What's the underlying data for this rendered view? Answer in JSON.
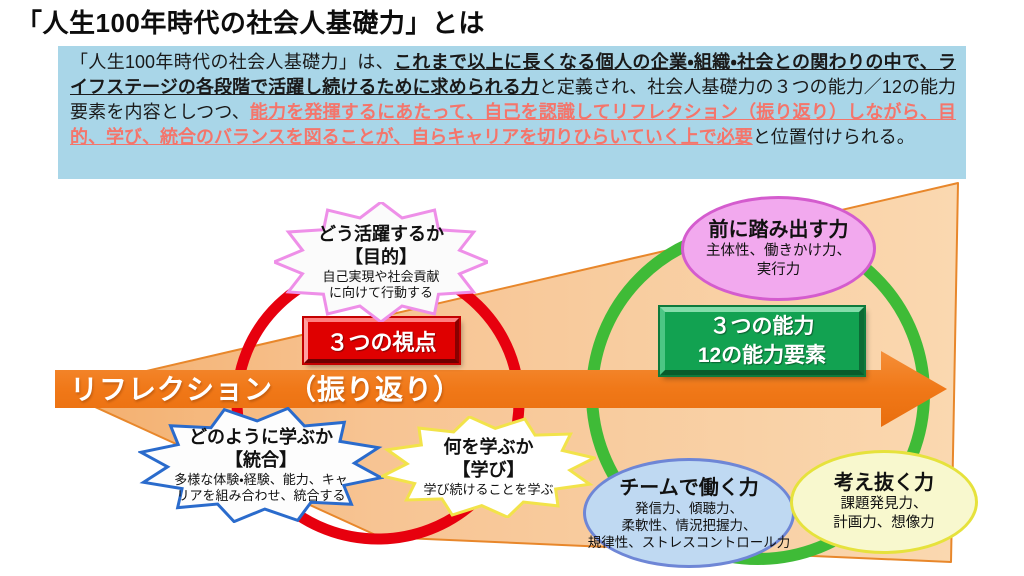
{
  "title": "「人生100年時代の社会人基礎力」とは",
  "definition": {
    "part1": "「人生100年時代の社会人基礎力」は、",
    "part2_bold_underline": "これまで以上に長くなる個人の企業・組織・社会との関わりの中で、ライフステージの各段階で活躍し続けるために求められる力",
    "part3": "と定義され、社会人基礎力の３つの能力／12の能力要素を内容としつつ、",
    "part4_red_underline": "能力を発揮するにあたって、自己を認識してリフレクション（振り返り）しながら、目的、学び、統合のバランスを図ることが、自らキャリアを切りひらいていく上で必要",
    "part5": "と位置付けられる。"
  },
  "arrow_label": "リフレクション　（振り返り）",
  "badges": {
    "perspectives": "３つの視点",
    "abilities_line1": "３つの能力",
    "abilities_line2": "12の能力要素"
  },
  "bubbles": {
    "purpose": {
      "title": "どう活躍するか",
      "subtitle": "【目的】",
      "body": "自己実現や社会貢献\nに向けて行動する"
    },
    "integration": {
      "title": "どのように学ぶか",
      "subtitle": "【統合】",
      "body": "多様な体験・経験、能力、キャ\nリアを組み合わせ、統合する"
    },
    "learning": {
      "title": "何を学ぶか",
      "subtitle": "【学び】",
      "body": "学び続けることを学ぶ"
    },
    "step_forward": {
      "title": "前に踏み出す力",
      "body": "主体性、働きかけ力、\n実行力"
    },
    "teamwork": {
      "title": "チームで働く力",
      "body": "発信力、傾聴力、\n柔軟性、情況把握力、\n規律性、ストレスコントロール力"
    },
    "think_through": {
      "title": "考え抜く力",
      "body": "課題発見力、\n計画力、想像力"
    }
  },
  "colors": {
    "defbox_bg": "#A9D6E8",
    "def_red": "#F4756B",
    "arrow": "#F07818",
    "ring_red": "#E7000E",
    "ring_green": "#3FBB37",
    "wedge_stroke": "#E8872B",
    "btn_red": "#DF0000",
    "btn_green": "#12A251",
    "pink_fill": "#F2A9EE",
    "pink_stroke": "#D45CCE",
    "team_fill": "#BFD9F2",
    "team_stroke": "#6E86D6",
    "think_fill": "#F8F8CE",
    "think_stroke": "#E6E23C",
    "star_purpose": "#EE8FE8",
    "star_integration": "#2A6BCC",
    "star_learning": "#F2E34A"
  }
}
